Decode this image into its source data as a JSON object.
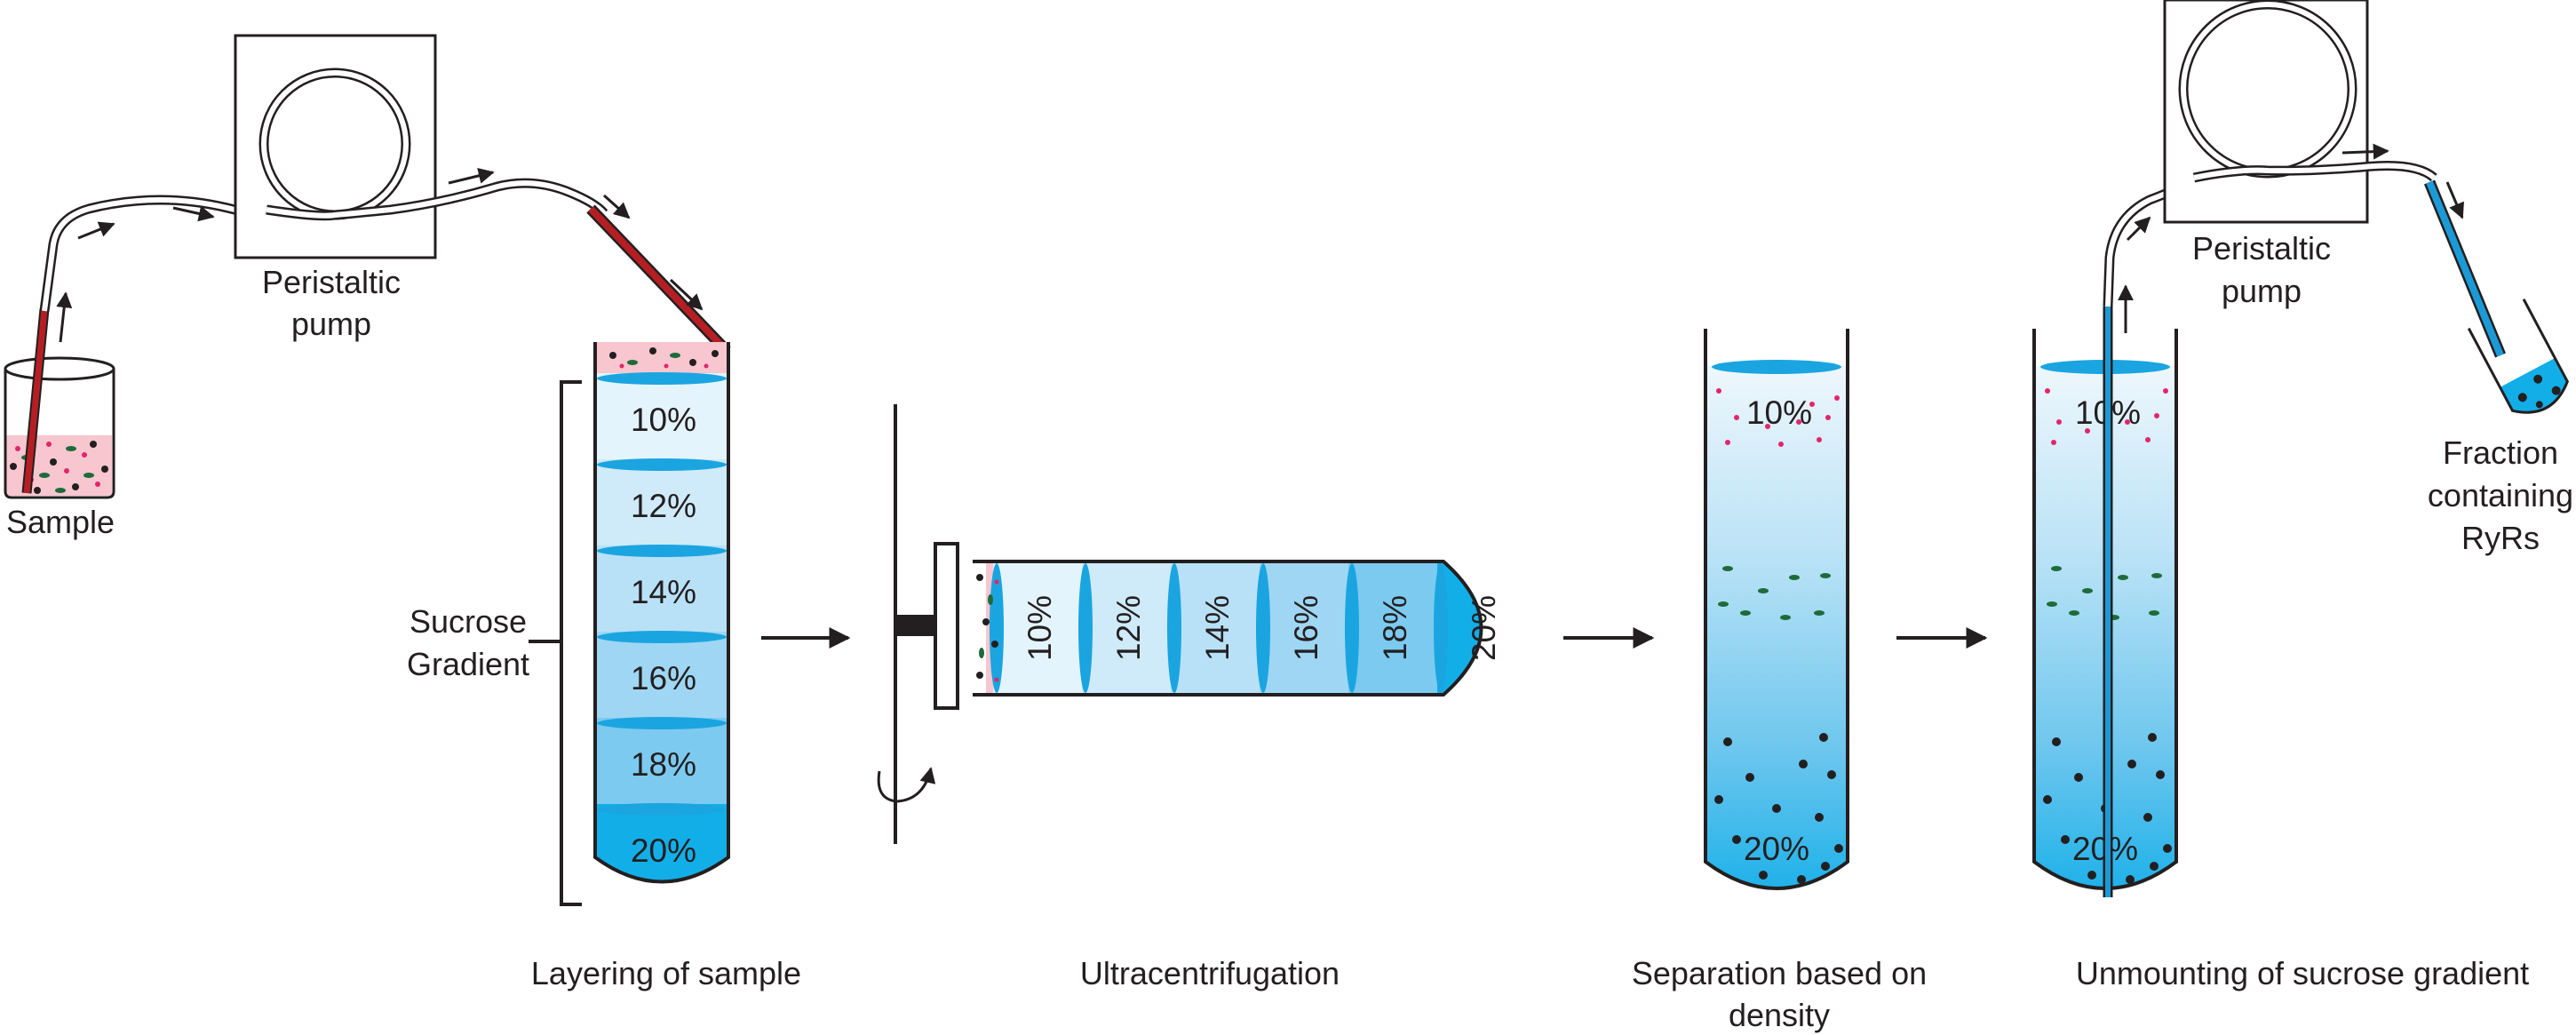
{
  "colors": {
    "sample_pink": "#f7c6cf",
    "tube_red": "#b51f24",
    "pink_dot": "#e3246b",
    "green_dot": "#1e6b3a",
    "black_dot": "#231f20",
    "gradient_layers": [
      "#e4f4fc",
      "#cfeaf9",
      "#b8e1f7",
      "#9fd6f3",
      "#7ccaf0",
      "#12aee8"
    ],
    "disc_blue": "#1aa5e0",
    "tube_blue": "#1b9ad6",
    "outline": "#231f20"
  },
  "labels": {
    "sample": "Sample",
    "pump1_line1": "Peristaltic",
    "pump1_line2": "pump",
    "sucrose_line1": "Sucrose",
    "sucrose_line2": "Gradient",
    "pump2_line1": "Peristaltic",
    "pump2_line2": "pump",
    "fraction_line1": "Fraction",
    "fraction_line2": "containing",
    "fraction_line3": "RyRs"
  },
  "gradient": {
    "layers": [
      "10%",
      "12%",
      "14%",
      "16%",
      "18%",
      "20%"
    ],
    "top_label": "10%",
    "bottom_label": "20%"
  },
  "steps": {
    "layering": "Layering of sample",
    "ultracentrifugation": "Ultracentrifugation",
    "separation_line1": "Separation based on",
    "separation_line2": "density",
    "unmounting": "Unmounting of sucrose gradient"
  },
  "icons": [
    "beaker-icon",
    "peristaltic-pump-icon",
    "centrifuge-rotor-icon",
    "rotation-arrow-icon",
    "flow-arrow-icon",
    "collection-tube-icon"
  ]
}
